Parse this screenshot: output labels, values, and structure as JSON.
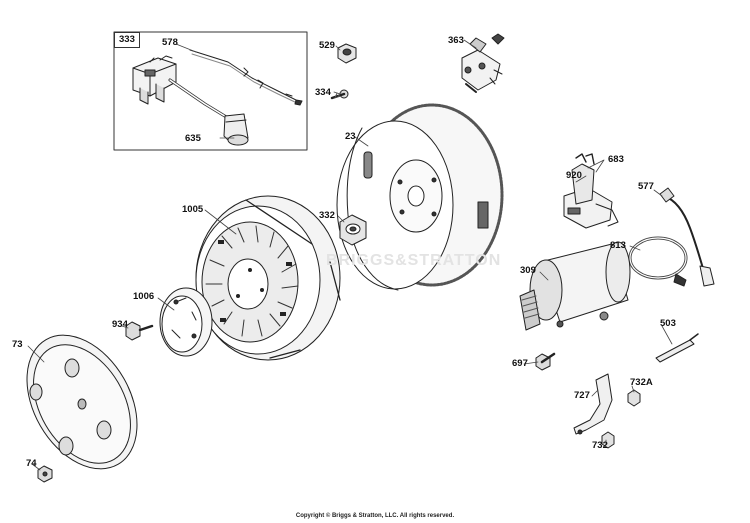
{
  "diagram": {
    "group_box_label": "333",
    "callouts": [
      {
        "id": "578",
        "label": "578"
      },
      {
        "id": "635",
        "label": "635"
      },
      {
        "id": "529",
        "label": "529"
      },
      {
        "id": "334",
        "label": "334"
      },
      {
        "id": "363",
        "label": "363"
      },
      {
        "id": "23",
        "label": "23"
      },
      {
        "id": "683",
        "label": "683"
      },
      {
        "id": "920",
        "label": "920"
      },
      {
        "id": "577",
        "label": "577"
      },
      {
        "id": "1005",
        "label": "1005"
      },
      {
        "id": "332",
        "label": "332"
      },
      {
        "id": "813",
        "label": "813"
      },
      {
        "id": "309",
        "label": "309"
      },
      {
        "id": "1006",
        "label": "1006"
      },
      {
        "id": "934",
        "label": "934"
      },
      {
        "id": "503",
        "label": "503"
      },
      {
        "id": "73",
        "label": "73"
      },
      {
        "id": "697",
        "label": "697"
      },
      {
        "id": "727",
        "label": "727"
      },
      {
        "id": "732A",
        "label": "732A"
      },
      {
        "id": "732",
        "label": "732"
      },
      {
        "id": "74",
        "label": "74"
      }
    ],
    "watermark": "BRIGGS&STRATTON",
    "copyright": "Copyright © Briggs & Stratton, LLC. All rights reserved."
  }
}
